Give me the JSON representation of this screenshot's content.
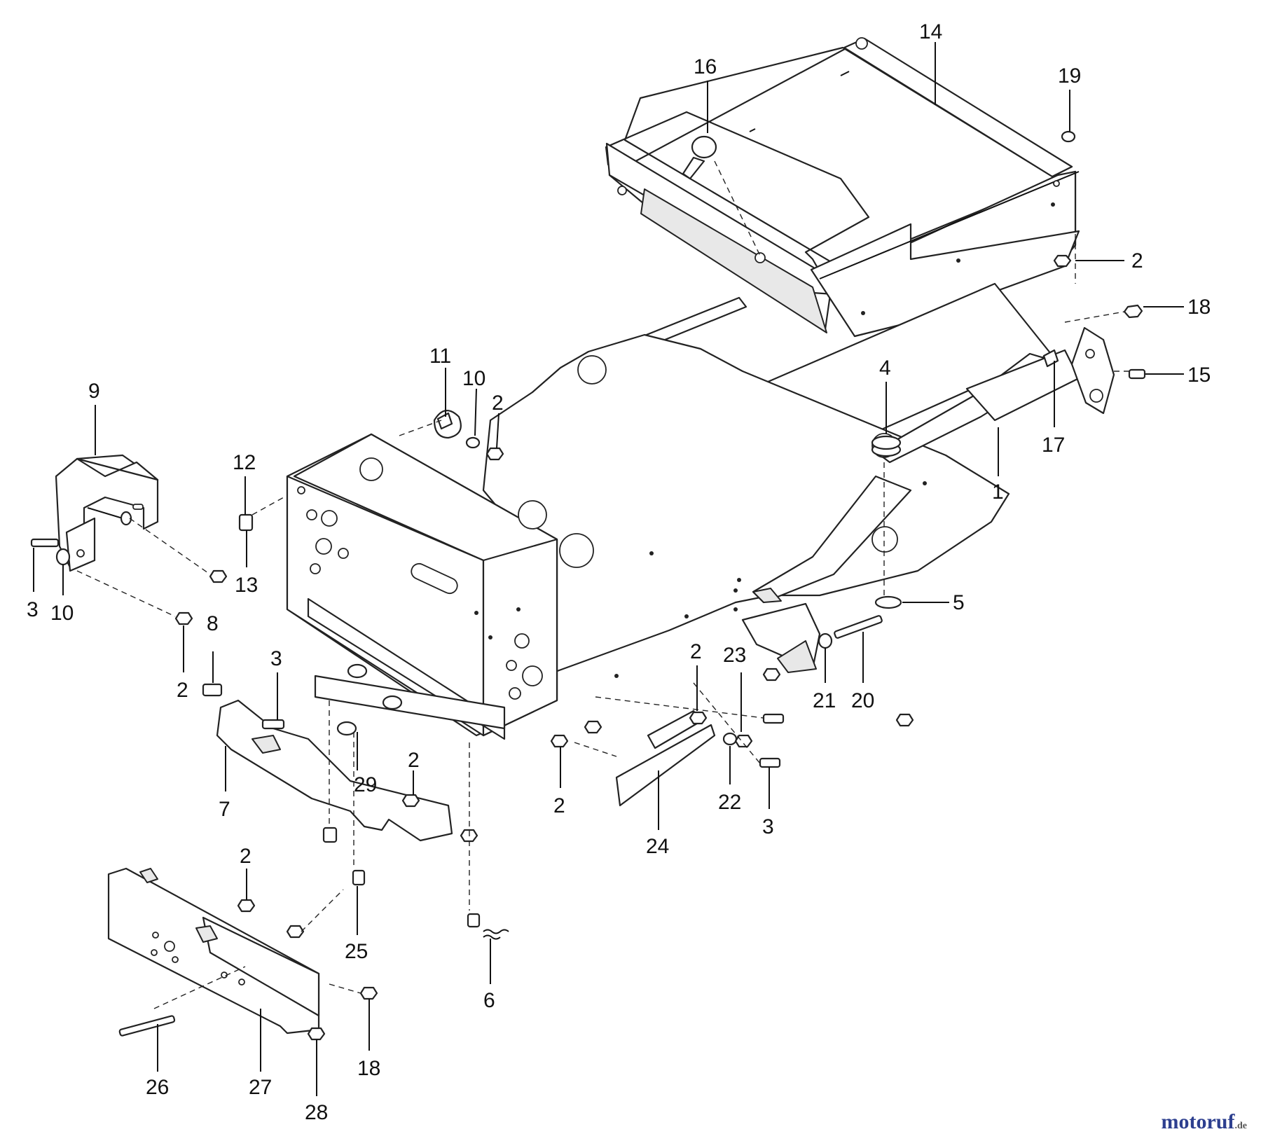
{
  "callouts": [
    {
      "id": "c14",
      "label": "14"
    },
    {
      "id": "c16",
      "label": "16"
    },
    {
      "id": "c19",
      "label": "19"
    },
    {
      "id": "c2a",
      "label": "2"
    },
    {
      "id": "c18a",
      "label": "18"
    },
    {
      "id": "c15",
      "label": "15"
    },
    {
      "id": "c17",
      "label": "17"
    },
    {
      "id": "c1",
      "label": "1"
    },
    {
      "id": "c4",
      "label": "4"
    },
    {
      "id": "c5",
      "label": "5"
    },
    {
      "id": "c20",
      "label": "20"
    },
    {
      "id": "c21",
      "label": "21"
    },
    {
      "id": "c23",
      "label": "23"
    },
    {
      "id": "c2b",
      "label": "2"
    },
    {
      "id": "c22",
      "label": "22"
    },
    {
      "id": "c3a",
      "label": "3"
    },
    {
      "id": "c24",
      "label": "24"
    },
    {
      "id": "c2c",
      "label": "2"
    },
    {
      "id": "c11",
      "label": "11"
    },
    {
      "id": "c10a",
      "label": "10"
    },
    {
      "id": "c2d",
      "label": "2"
    },
    {
      "id": "c12",
      "label": "12"
    },
    {
      "id": "c13",
      "label": "13"
    },
    {
      "id": "c9",
      "label": "9"
    },
    {
      "id": "c3b",
      "label": "3"
    },
    {
      "id": "c10b",
      "label": "10"
    },
    {
      "id": "c2e",
      "label": "2"
    },
    {
      "id": "c8",
      "label": "8"
    },
    {
      "id": "c3c",
      "label": "3"
    },
    {
      "id": "c7",
      "label": "7"
    },
    {
      "id": "c29",
      "label": "29"
    },
    {
      "id": "c2f",
      "label": "2"
    },
    {
      "id": "c2g",
      "label": "2"
    },
    {
      "id": "c25",
      "label": "25"
    },
    {
      "id": "c6",
      "label": "6"
    },
    {
      "id": "c26",
      "label": "26"
    },
    {
      "id": "c27",
      "label": "27"
    },
    {
      "id": "c28",
      "label": "28"
    },
    {
      "id": "c18b",
      "label": "18"
    }
  ],
  "brand": {
    "name": "motoruf",
    "tld": ".de"
  }
}
